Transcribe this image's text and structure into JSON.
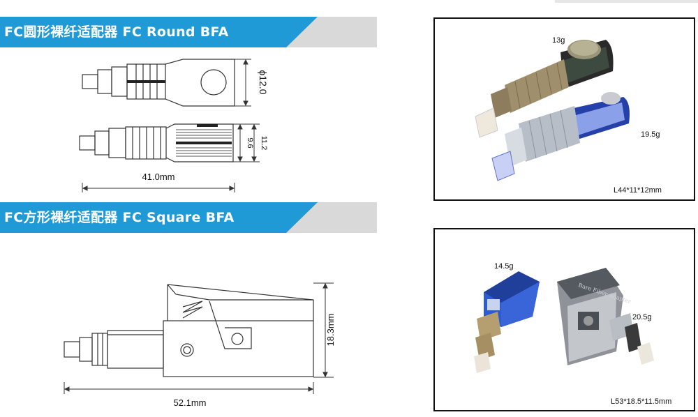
{
  "sections": {
    "round": {
      "title": "FC圆形裸纤适配器 FC Round BFA"
    },
    "square": {
      "title": "FC方形裸纤适配器 FC Square BFA"
    }
  },
  "round_drawing": {
    "diameter_label": "ϕ12.0",
    "height_a": "9.6",
    "height_b": "11.2",
    "length_label": "41.0mm"
  },
  "square_drawing": {
    "height_label": "18.3mm",
    "length_label": "52.1mm"
  },
  "round_photo": {
    "weight_top": "13g",
    "weight_bottom": "19.5g",
    "dimensions": "L44*11*12mm"
  },
  "square_photo": {
    "weight_left": "14.5g",
    "weight_right": "20.5g",
    "dimensions": "L53*18.5*11.5mm",
    "engraving": "Bare Fiber Adapter"
  },
  "colors": {
    "banner_blue": "#1f9ad6",
    "banner_grey": "#d9d9d9"
  }
}
